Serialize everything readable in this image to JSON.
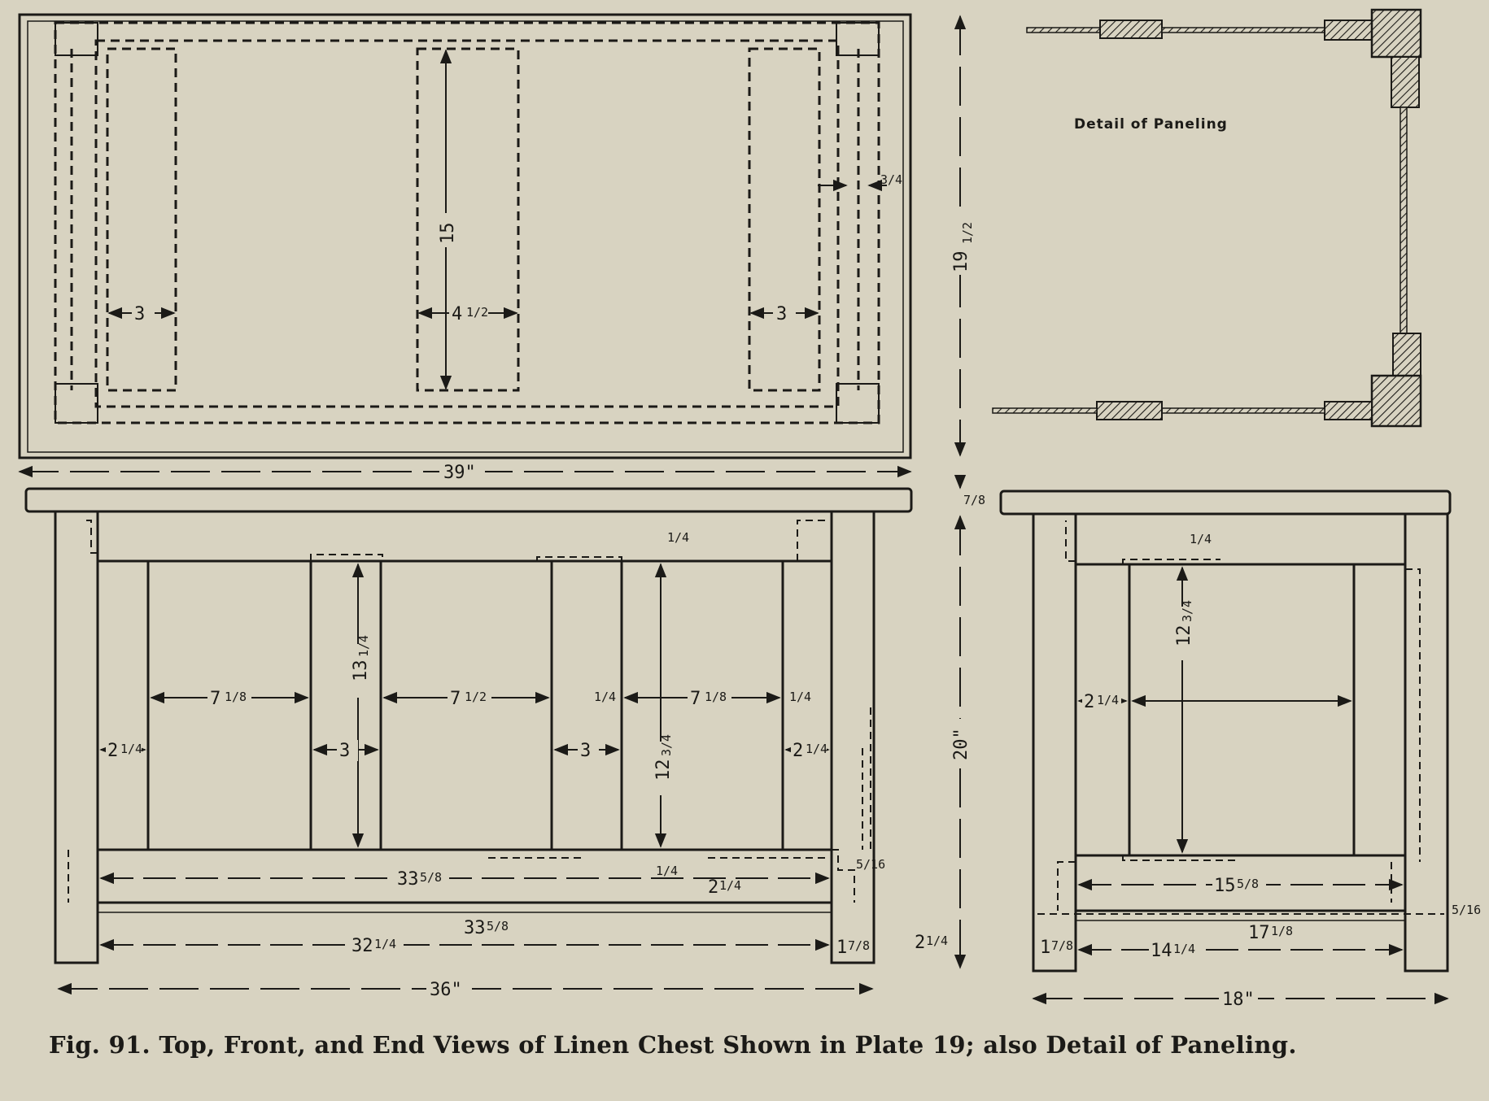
{
  "caption": "Fig. 91.  Top, Front, and End Views of Linen Chest Shown in Plate 19;  also Detail of Paneling.",
  "detail_label": "Detail of Paneling",
  "top_view": {
    "width": "39\"",
    "depth": "19",
    "depth_frac": "1/2",
    "panel_length": "15",
    "left_stile": "3",
    "center_stile": "4",
    "center_stile_frac": "1/2",
    "right_stile": "3",
    "edge_overhang": "3/4"
  },
  "front_view": {
    "top_thickness": "7/8",
    "height": "20\"",
    "length": "36\"",
    "panel_widths": [
      "7",
      "7",
      "7"
    ],
    "panel_width_fracs": [
      "1/8",
      "1/2",
      "1/8"
    ],
    "stile": "3",
    "stile_b": "3",
    "leg_reveal": "2",
    "leg_reveal_frac": "1/4",
    "leg_reveal_right": "2",
    "leg_reveal_right_frac": "1/4",
    "gap_a": "1/4",
    "gap_b": "1/4",
    "panel_height": "13",
    "panel_height_frac": "1/4",
    "inner_panel_height": "12",
    "inner_panel_height_frac": "3/4",
    "top_rail_gap": "1/4",
    "rail_length": "33",
    "rail_length_frac": "5/8",
    "bottom_rail_length": "33",
    "bottom_rail_length_frac": "5/8",
    "leg_spacing": "32",
    "leg_spacing_frac": "1/4",
    "leg_width": "1",
    "leg_width_frac": "7/8",
    "rail_depth": "2",
    "rail_depth_frac": "1/4",
    "foot_height": "2",
    "foot_height_frac": "1/4",
    "bottom_gap": "1/4",
    "bottom_thickness": "5/16"
  },
  "end_view": {
    "depth": "18\"",
    "top_gap": "1/4",
    "panel_height": "12",
    "panel_height_frac": "3/4",
    "leg_reveal": "2",
    "leg_reveal_frac": "1/4",
    "rail_length": "15",
    "rail_length_frac": "5/8",
    "bottom_rail": "17",
    "bottom_rail_frac": "1/8",
    "leg_spacing": "14",
    "leg_spacing_frac": "1/4",
    "leg_width": "1",
    "leg_width_frac": "7/8",
    "bottom_thickness": "5/16"
  }
}
